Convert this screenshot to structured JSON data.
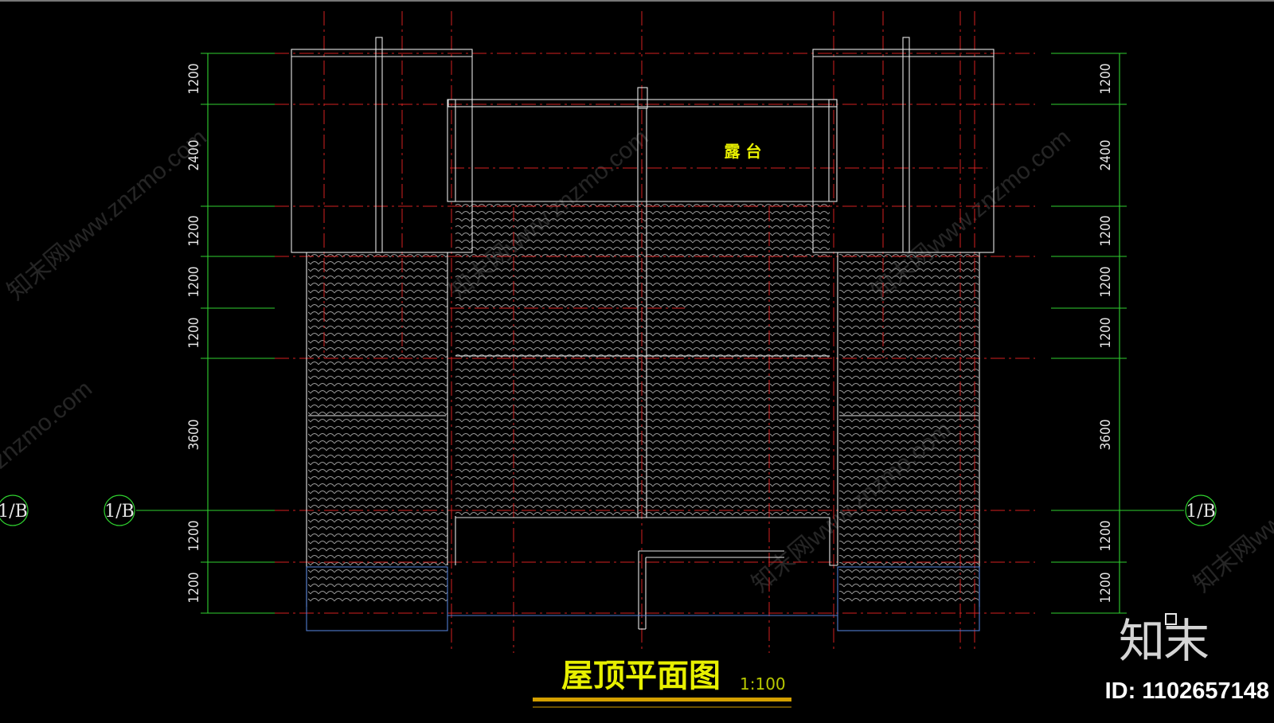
{
  "title": "屋顶平面图",
  "scale": "1:100",
  "terrace_label": "露 台",
  "axis_label": "1/B",
  "dims_left": [
    "1200",
    "2400",
    "1200",
    "1200",
    "1200",
    "3600",
    "1200",
    "1200"
  ],
  "dims_right": [
    "1200",
    "2400",
    "1200",
    "1200",
    "1200",
    "3600",
    "1200",
    "1200"
  ],
  "watermark_text": "知末网www.znzmo.com",
  "watermark_partial": "znzmo.com",
  "brand_logo": "知末",
  "id_text": "ID: 1102657148",
  "colors": {
    "background": "#000000",
    "dimension_green": "#2fd12f",
    "axis_red": "#d42020",
    "outline_white": "#e6e6e6",
    "title_yellow": "#e8f000",
    "underline_orange": "#d4a000",
    "edge_blue": "#4f7bd0"
  }
}
